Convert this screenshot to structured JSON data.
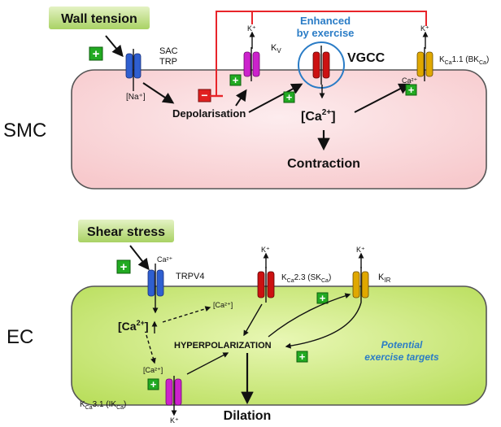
{
  "smc": {
    "section_label": "SMC",
    "stimulus": "Wall tension",
    "sac": "SAC",
    "trp": "TRP",
    "na": "[Na⁺]",
    "depolarisation": "Depolarisation",
    "k_plus_kv": "K⁺",
    "kv": "K",
    "kv_sub": "V",
    "enhanced_line1": "Enhanced",
    "enhanced_line2": "by exercise",
    "vgcc": "VGCC",
    "ca_cyto": "[Ca",
    "ca_cyto_sup": "2+",
    "ca_cyto_close": "]",
    "k_plus_bk": "K⁺",
    "ca_label": "Ca²⁺",
    "bk_k": "K",
    "bk_ca_sub": "Ca",
    "bk_rest": "1.1 (BK",
    "bk_close": ")",
    "contraction": "Contraction",
    "plus": "+",
    "minus": "−"
  },
  "ec": {
    "section_label": "EC",
    "stimulus": "Shear stress",
    "ca_in": "Ca²⁺",
    "trpv4": "TRPV4",
    "ca_cyto": "[Ca",
    "ca_cyto_sup": "2+",
    "ca_cyto_close": "]",
    "ca_small_1": "[Ca²⁺]",
    "ca_small_2": "[Ca²⁺]",
    "k_plus_sk": "K⁺",
    "sk_k": "K",
    "sk_ca_sub": "Ca",
    "sk_rest": "2.3 (SK",
    "sk_close": ")",
    "k_plus_kir": "K⁺",
    "kir": "K",
    "kir_sub": "IR",
    "hyperpolarization": "HYPERPOLARIZATION",
    "potential_line1": "Potential",
    "potential_line2": "exercise targets",
    "ik_k": "K",
    "ik_ca_sub": "Ca",
    "ik_rest": "3.1 (IK",
    "ik_close": ")",
    "k_plus_ik": "K⁺",
    "dilation": "Dilation",
    "plus": "+"
  },
  "colors": {
    "smc_fill": "#f9d5d6",
    "ec_fill": "#cfe98a",
    "green_label": "#c4df8a",
    "plus_green": "#22aa22",
    "minus_red": "#e02020",
    "inhibit_red": "#e8242a",
    "blue_text": "#2a7cc6",
    "sac_blue": "#2f5fd0",
    "kv_magenta": "#cc22cc",
    "vgcc_red": "#cc1111",
    "bk_yellow": "#e0a800"
  }
}
